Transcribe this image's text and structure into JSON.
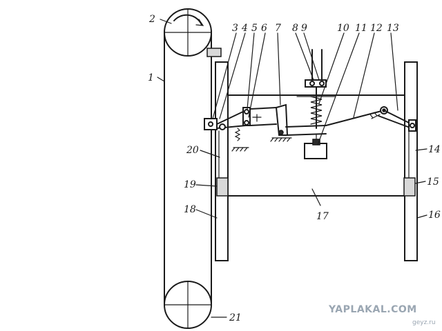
{
  "labels": {
    "l1": "1",
    "l2": "2",
    "l3": "3",
    "l4": "4",
    "l5": "5",
    "l6": "6",
    "l7": "7",
    "l8": "8",
    "l9": "9",
    "l10": "10",
    "l11": "11",
    "l12": "12",
    "l13": "13",
    "l14": "14",
    "l15": "15",
    "l16": "16",
    "l17": "17",
    "l18": "18",
    "l19": "19",
    "l20": "20",
    "l21": "21"
  },
  "watermark": {
    "main": "YAPLAKAL.COM",
    "small": "geyz.ru"
  }
}
